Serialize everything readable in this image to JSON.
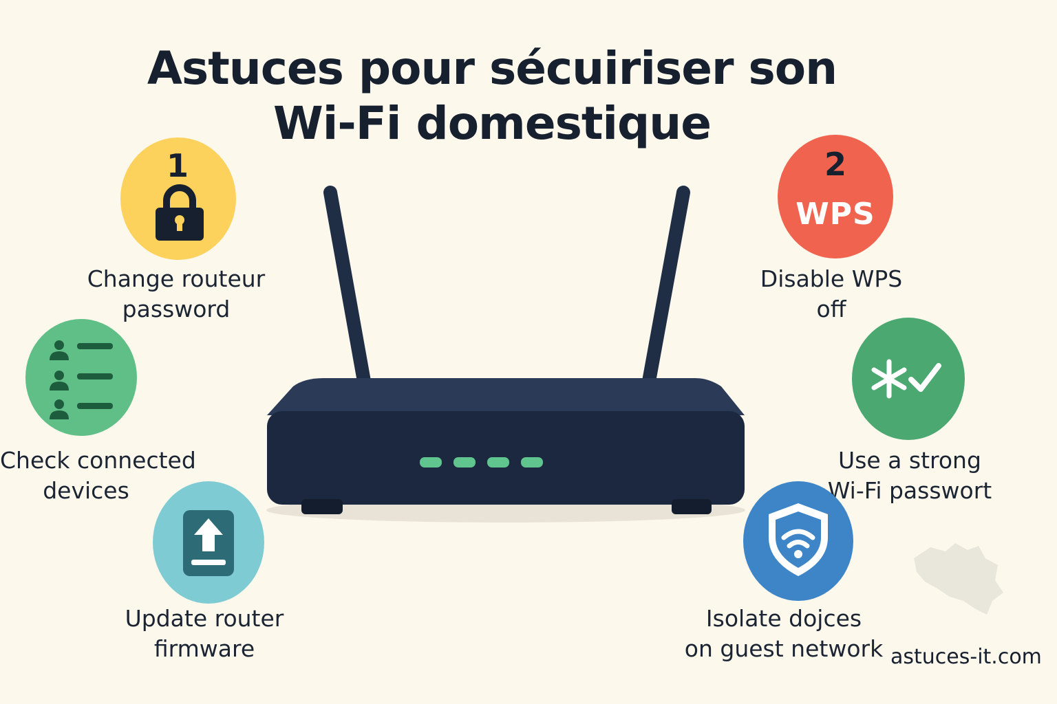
{
  "title": {
    "line1": "Astuces pour sécuiriser son",
    "line2": "Wi-Fi domestique"
  },
  "tips": [
    {
      "number": "1",
      "icon": "lock-icon",
      "color": "#fcd25c",
      "line1": "Change routeur",
      "line2": "password"
    },
    {
      "number": "2",
      "icon": "wps-badge",
      "badge_text": "WPS",
      "color": "#f0644f",
      "line1": "Disable WPS",
      "line2": "off"
    },
    {
      "icon": "user-list-icon",
      "color": "#5fbf87",
      "line1": "Check connected",
      "line2": "devices"
    },
    {
      "icon": "password-check-icon",
      "color": "#4aa870",
      "line1": "Use a strong",
      "line2": "Wi-Fi passwort"
    },
    {
      "icon": "upload-icon",
      "color": "#7ecbd3",
      "line1": "Update router",
      "line2": "firmware"
    },
    {
      "icon": "shield-wifi-icon",
      "color": "#3e85c8",
      "line1": "Isolate dojces",
      "line2": "on guest network"
    }
  ],
  "router": {
    "body_color": "#1f2d45",
    "led_color": "#5fc48e",
    "led_count": 4
  },
  "brand": "astuces-it.com"
}
